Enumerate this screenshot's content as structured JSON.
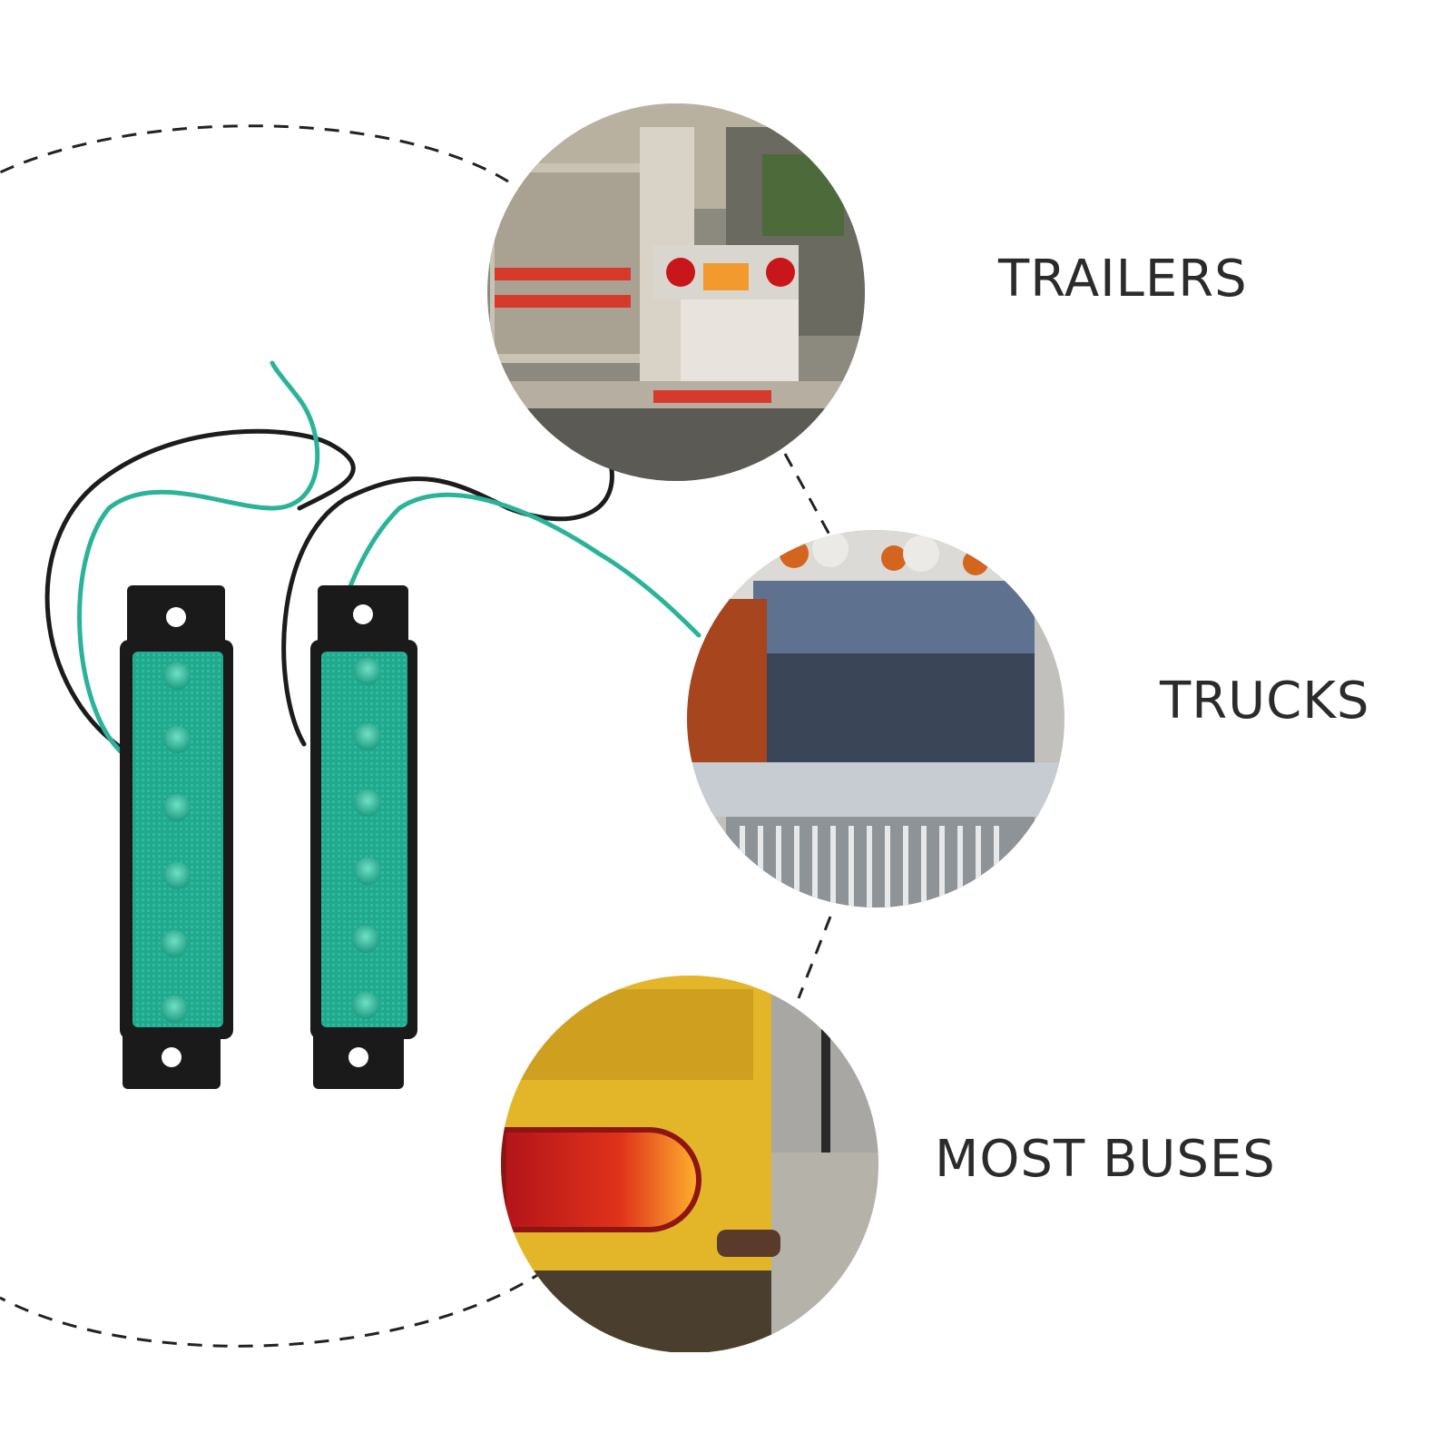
{
  "labels": {
    "trailers": "TRAILERS",
    "trucks": "TRUCKS",
    "buses": "MOST BUSES"
  },
  "colors": {
    "background": "#ffffff",
    "led_lens": "#23a98e",
    "led_housing": "#1a1a1a",
    "wire_green": "#2bb39a",
    "wire_black": "#1c1c1c",
    "dashed_line": "#222222"
  },
  "icons": {
    "trailer_photo": "trailer-rear-photo",
    "truck_photo": "truck-cab-photo",
    "bus_photo": "bus-taillight-photo"
  }
}
